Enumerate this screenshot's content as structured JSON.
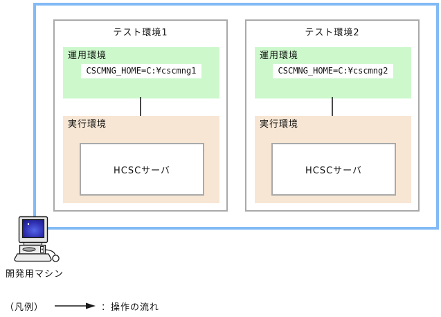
{
  "environments": [
    {
      "title": "テスト環境1",
      "operation": {
        "label": "運用環境",
        "variable": "CSCMNG_HOME=C:¥cscmng1"
      },
      "execution": {
        "label": "実行環境",
        "server": "HCSCサーバ"
      }
    },
    {
      "title": "テスト環境2",
      "operation": {
        "label": "運用環境",
        "variable": "CSCMNG_HOME=C:¥cscmng2"
      },
      "execution": {
        "label": "実行環境",
        "server": "HCSCサーバ"
      }
    }
  ],
  "machine_label": "開発用マシン",
  "legend": {
    "title": "（凡例）",
    "arrow_meaning": "：操作の流れ"
  },
  "icons": {
    "development_machine": "computer-icon",
    "flow_arrow": "down-arrow-icon",
    "legend_arrow": "right-arrow-icon"
  },
  "colors": {
    "frame_border": "#82baf5",
    "operation_bg": "#ccf8cc",
    "execution_bg": "#f7e6d4",
    "panel_border": "#a9a9a9",
    "arrow": "#1a1a1a",
    "screen_blue_dark": "#1a1a80",
    "screen_blue_light": "#5566e8"
  }
}
